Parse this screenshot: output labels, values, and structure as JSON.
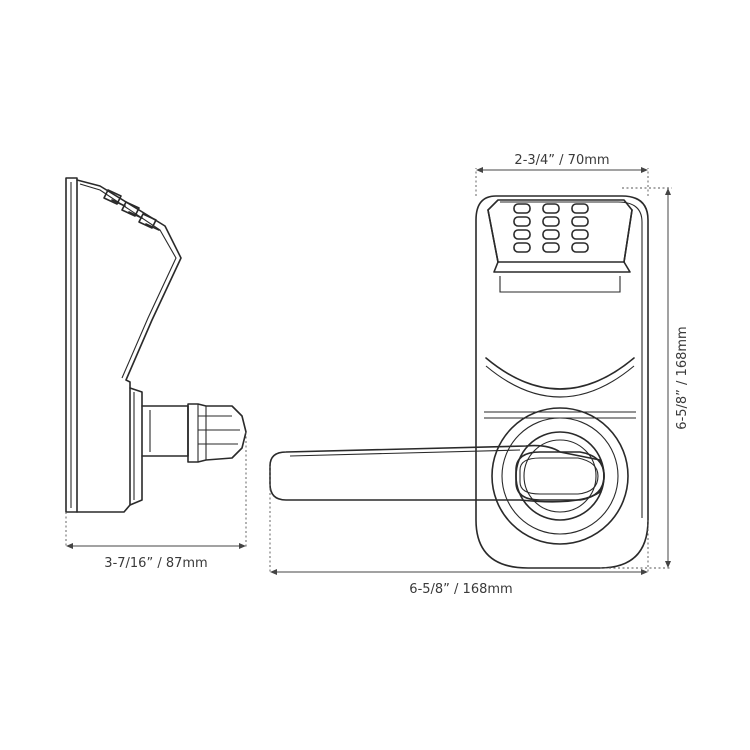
{
  "dimensions": {
    "depth": "3-7/16” / 87mm",
    "width": "2-3/4” / 70mm",
    "lever_length": "6-5/8” / 168mm",
    "height": "6-5/8” / 168mm"
  },
  "colors": {
    "line": "#2a2a2a",
    "background": "#ffffff"
  }
}
